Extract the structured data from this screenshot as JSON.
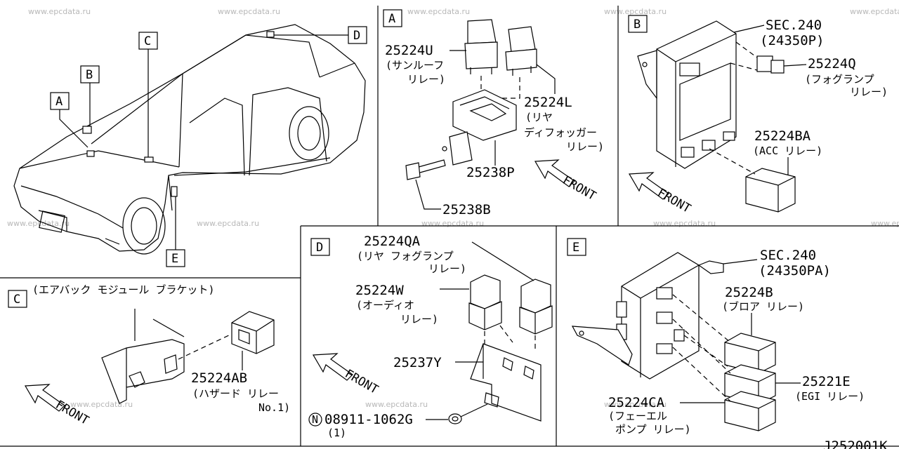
{
  "watermark": "www.epcdata.ru",
  "diagram_code": "J252001K",
  "car": {
    "callouts": [
      "A",
      "B",
      "C",
      "D",
      "E"
    ]
  },
  "panel_a": {
    "letter": "A",
    "sunroof_relay": {
      "code": "25224U",
      "name1": "(サンルーフ",
      "name2": "リレー)"
    },
    "defogger_relay": {
      "code": "25224L",
      "name1": "(リヤ",
      "name2": "ディフォッガー",
      "name3": "リレー)"
    },
    "bracket": {
      "code": "25238P"
    },
    "bolt": {
      "code": "25238B"
    },
    "front": "FRONT"
  },
  "panel_b": {
    "letter": "B",
    "sec": {
      "code": "SEC.240",
      "sub": "(24350P)"
    },
    "fog_relay": {
      "code": "25224Q",
      "name1": "(フォグランプ",
      "name2": "リレー)"
    },
    "acc_relay": {
      "code": "25224BA",
      "name1": "(ACC リレー)"
    },
    "front": "FRONT"
  },
  "panel_c": {
    "letter": "C",
    "title": "(エアバック モジュール  ブラケット)",
    "hazard_relay": {
      "code": "25224AB",
      "name1": "(ハザード リレー",
      "name2": "No.1)"
    },
    "front": "FRONT"
  },
  "panel_d": {
    "letter": "D",
    "rear_fog_relay": {
      "code": "25224QA",
      "name1": "(リヤ フォグランプ",
      "name2": "リレー)"
    },
    "audio_relay": {
      "code": "25224W",
      "name1": "(オーディオ",
      "name2": "リレー)"
    },
    "bracket": {
      "code": "25237Y"
    },
    "nut": {
      "symbol": "N",
      "code": "08911-1062G",
      "qty": "(1)"
    },
    "front": "FRONT"
  },
  "panel_e": {
    "letter": "E",
    "sec": {
      "code": "SEC.240",
      "sub": "(24350PA)"
    },
    "blower_relay": {
      "code": "25224B",
      "name1": "(ブロア リレー)"
    },
    "egi_relay": {
      "code": "25221E",
      "name1": "(EGI リレー)"
    },
    "fuel_relay": {
      "code": "25224CA",
      "name1": "(フェーエル",
      "name2": "ポンプ リレー)"
    }
  }
}
